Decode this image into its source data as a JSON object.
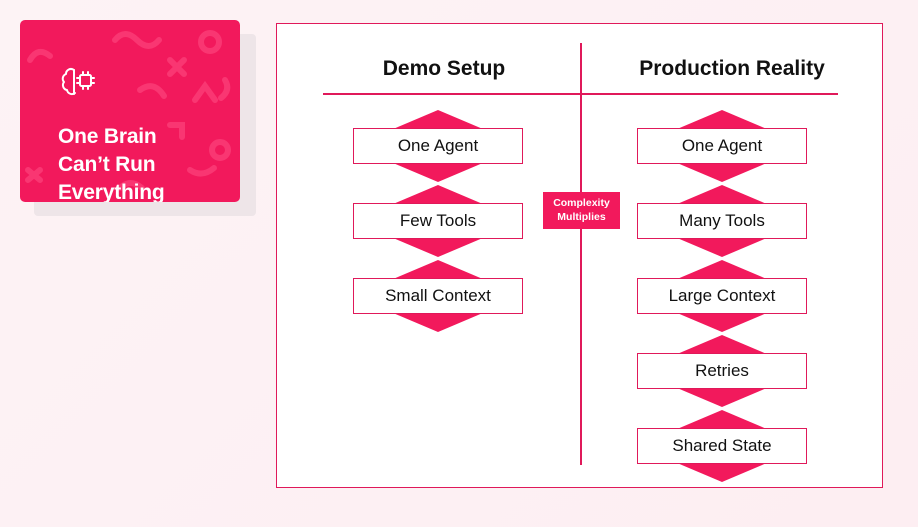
{
  "title_card": {
    "lines": [
      "One Brain",
      "Can’t Run",
      "Everything"
    ],
    "icon": "brain-chip-icon",
    "color": "#f2195c"
  },
  "columns": {
    "left": {
      "heading": "Demo Setup",
      "items": [
        "One Agent",
        "Few Tools",
        "Small Context"
      ]
    },
    "right": {
      "heading": "Production Reality",
      "items": [
        "One Agent",
        "Many Tools",
        "Large Context",
        "Retries",
        "Shared State"
      ]
    }
  },
  "badge": {
    "lines": [
      "Complexity",
      "Multiplies"
    ]
  },
  "colors": {
    "accent": "#f2195c",
    "diamond": "#f2195c",
    "border": "#e0195a",
    "background": "#fdf1f4"
  }
}
